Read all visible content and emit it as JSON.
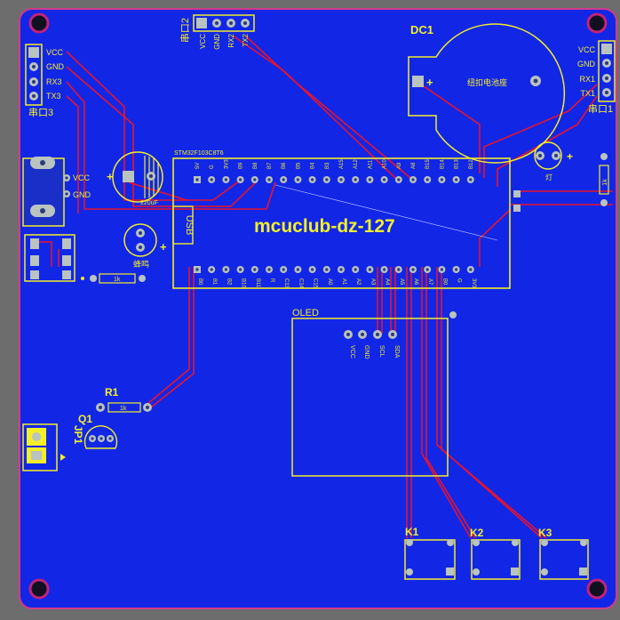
{
  "board": {
    "title": "mcuclub-dz-127",
    "module_label": "STM32F103C8T6",
    "usb_label": "USB",
    "colors": {
      "board": "#1226e6",
      "frame": "#6d6d6d",
      "silk": "#f2ee2a",
      "trace_red": "#e8142c",
      "pad": "#b9c3bf",
      "hole": "#2a3a7a",
      "mount_ring": "#c0237c"
    }
  },
  "connectors": {
    "serial3": {
      "title": "串口3",
      "pins": [
        "VCC",
        "GND",
        "RX3",
        "TX3"
      ]
    },
    "serial2": {
      "title": "串口2",
      "pins": [
        "VCC",
        "GND",
        "RX2",
        "TX2"
      ]
    },
    "serial1": {
      "title": "串口1",
      "pins": [
        "VCC",
        "GND",
        "RX1",
        "TX1"
      ]
    },
    "power": {
      "pins": [
        "VCC",
        "GND"
      ]
    }
  },
  "components": {
    "dc1": {
      "ref": "DC1",
      "label": "纽扣电池座",
      "polarity": "+"
    },
    "cap": {
      "value": "220uF",
      "polarity": "+"
    },
    "buzzer": {
      "label": "蜂鸣",
      "polarity": "+"
    },
    "led": {
      "label": "灯",
      "polarity": "+"
    },
    "r_top": {
      "value": "1k"
    },
    "r_mid": {
      "value": "1k"
    },
    "r1": {
      "ref": "R1",
      "value": "1k"
    },
    "q1": {
      "ref": "Q1"
    },
    "jp1": {
      "ref": "JP1"
    },
    "oled": {
      "ref": "OLED",
      "pins": [
        "VCC",
        "GND",
        "SCL",
        "SDA"
      ]
    },
    "keys": [
      "K1",
      "K2",
      "K3"
    ]
  },
  "module_pins": {
    "top": [
      "5V",
      "G",
      "3V3",
      "B9",
      "B8",
      "B7",
      "B6",
      "B5",
      "B4",
      "B3",
      "A15",
      "A12",
      "A11",
      "A10",
      "A9",
      "A8",
      "B15",
      "B14",
      "B13",
      "B12"
    ],
    "bottom": [
      "B0",
      "B1",
      "B2",
      "B10",
      "B11",
      "R",
      "C13",
      "C14",
      "C15",
      "A0",
      "A1",
      "A2",
      "A3",
      "A4",
      "A5",
      "A6",
      "A7",
      "B0",
      "G",
      "3V3"
    ]
  }
}
